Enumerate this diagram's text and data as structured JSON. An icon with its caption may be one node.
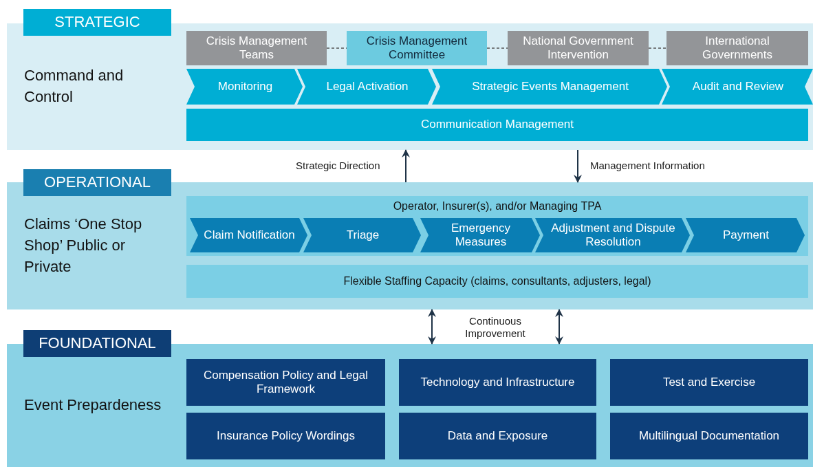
{
  "diagram": {
    "nodes": [
      {
        "text": [
          "STRATEGIC"
        ]
      },
      {
        "text": [
          "Command and Control"
        ]
      },
      {
        "text": [
          "Crisis Management Teams"
        ],
        "in": 1
      },
      {
        "text": [
          "Crisis Management Committee"
        ],
        "in": 1
      },
      {
        "text": [
          "National Government Intervention"
        ],
        "in": 1
      },
      {
        "text": [
          "International Governments"
        ],
        "in": 1
      },
      {
        "text": [
          "Monitoring"
        ],
        "in": 1
      },
      {
        "text": [
          "Legal Activation"
        ],
        "in": 1
      },
      {
        "text": [
          "Strategic Events Management"
        ],
        "in": 1
      },
      {
        "text": [
          "Audit and Review"
        ],
        "in": 1
      },
      {
        "text": [
          "Communication Management"
        ],
        "in": 1
      },
      {
        "text": [
          "OPERATIONAL"
        ]
      },
      {
        "text": [
          "Claims ‘One Stop Shop’ Public or Private"
        ]
      },
      {
        "text": [
          "Operator, Insurer(s), and/or Managing TPA"
        ],
        "in": 12
      },
      {
        "text": [
          "Claim Notification"
        ],
        "in": 13
      },
      {
        "text": [
          "Triage"
        ],
        "in": 13
      },
      {
        "text": [
          "Emergency Measures"
        ],
        "in": 13
      },
      {
        "text": [
          "Adjustment and Dispute Resolution"
        ],
        "in": 13
      },
      {
        "text": [
          "Payment"
        ],
        "in": 13
      },
      {
        "text": [
          "Flexible Staffing Capacity (claims, consultants, adjusters, legal)"
        ],
        "in": 12
      },
      {
        "text": [
          "FOUNDATIONAL"
        ]
      },
      {
        "text": [
          "Event Prepardeness"
        ]
      },
      {
        "text": [
          "Compensation Policy and Legal Framework"
        ],
        "in": 21
      },
      {
        "text": [
          "Technology and Infrastructure"
        ],
        "in": 21
      },
      {
        "text": [
          "Test and Exercise"
        ],
        "in": 21
      },
      {
        "text": [
          "Insurance Policy Wordings"
        ],
        "in": 21
      },
      {
        "text": [
          "Data and Exposure"
        ],
        "in": 21
      },
      {
        "text": [
          "Multilingual Documentation"
        ],
        "in": 21
      }
    ],
    "edges": [
      {
        "from": 2,
        "to": 3,
        "arrow": "none",
        "style": "dashed"
      },
      {
        "from": 3,
        "to": 4,
        "arrow": "none",
        "style": "dashed"
      },
      {
        "from": 4,
        "to": 5,
        "arrow": "none",
        "style": "dashed"
      },
      {
        "from": 12,
        "to": 1,
        "arrow": "to",
        "label": "Strategic Direction"
      },
      {
        "from": 1,
        "to": 12,
        "arrow": "to",
        "label": "Management Information"
      },
      {
        "from": 12,
        "to": 21,
        "arrow": "both"
      },
      {
        "from": 12,
        "to": 21,
        "arrow": "both"
      }
    ],
    "labels": [
      "Continuous Improvement"
    ]
  }
}
